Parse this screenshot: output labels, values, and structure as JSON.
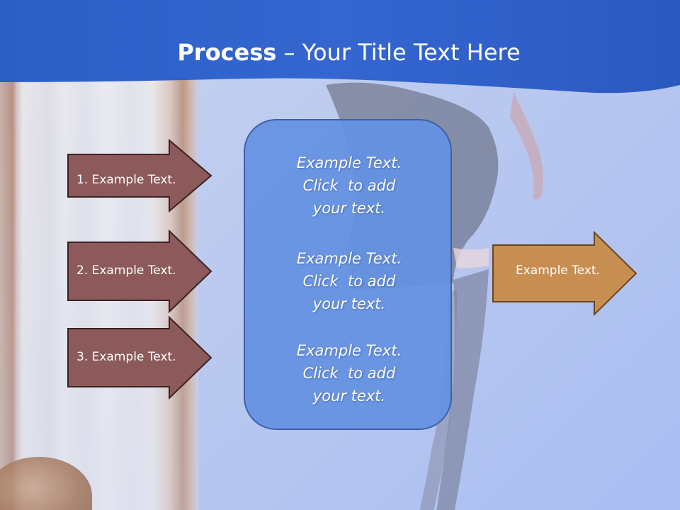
{
  "slide": {
    "title_bold": "Process",
    "title_dash": " – ",
    "title_rest": "Your Title Text Here"
  },
  "left_arrows": [
    {
      "label": "1. Example Text."
    },
    {
      "label": "2. Example Text."
    },
    {
      "label": "3. Example Text."
    }
  ],
  "center_box": {
    "blocks": [
      {
        "line1": "Example Text.",
        "line2": "Click  to add",
        "line3": "your text."
      },
      {
        "line1": "Example Text.",
        "line2": "Click  to add",
        "line3": "your text."
      },
      {
        "line1": "Example Text.",
        "line2": "Click  to add",
        "line3": "your text."
      }
    ]
  },
  "right_arrow": {
    "label": "Example Text."
  },
  "colors": {
    "header_blue": "#2f62c9",
    "left_arrow_fill": "#8c5a5a",
    "right_arrow_fill": "#c78e52",
    "center_box_fill": "#6e96e3",
    "background": "#bfcdf0"
  }
}
